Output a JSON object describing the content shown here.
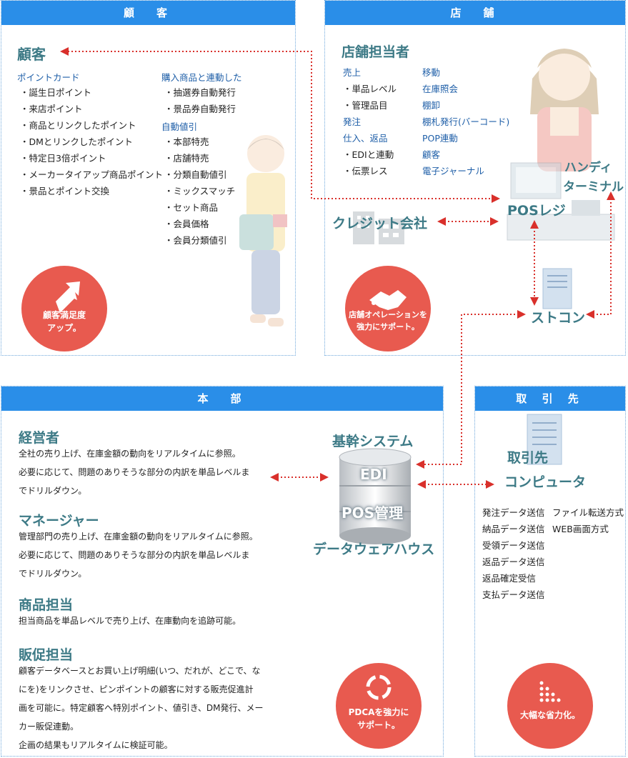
{
  "panels": {
    "customer": "顧　客",
    "store": "店　舗",
    "hq": "本　部",
    "partner": "取 引 先"
  },
  "customer": {
    "title": "顧客",
    "col1_head": "ポイントカード",
    "col1_items": [
      "・誕生日ポイント",
      "・来店ポイント",
      "・商品とリンクしたポイント",
      "・DMとリンクしたポイント",
      "・特定日3倍ポイント",
      "・メーカータイアップ商品ポイント",
      "・景品とポイント交換"
    ],
    "col2_head1": "購入商品と連動した",
    "col2_items1": [
      "・抽選券自動発行",
      "・景品券自動発行"
    ],
    "col2_head2": "自動値引",
    "col2_items2": [
      "・本部特売",
      "・店舗特売",
      "・分類自動値引",
      "・ミックスマッチ",
      "・セット商品",
      "・会員価格",
      "・会員分類値引"
    ],
    "badge_line1": "顧客満足度",
    "badge_line2": "アップ。"
  },
  "store": {
    "title": "店舗担当者",
    "left_items": [
      {
        "text": "売上",
        "style": "blue"
      },
      {
        "text": "・単品レベル",
        "style": "dark"
      },
      {
        "text": "・管理品目",
        "style": "dark"
      },
      {
        "text": "発注",
        "style": "blue"
      },
      {
        "text": "仕入、返品",
        "style": "blue"
      },
      {
        "text": "・EDIと連動",
        "style": "dark"
      },
      {
        "text": "・伝票レス",
        "style": "dark"
      }
    ],
    "right_items": [
      "移動",
      "在庫照会",
      "棚卸",
      "棚札発行(バーコード)",
      "POP連動",
      "顧客",
      "電子ジャーナル"
    ],
    "credit": "クレジット会社",
    "pos": "POSレジ",
    "handy_line1": "ハンディ",
    "handy_line2": "ターミナル",
    "stocon": "ストコン",
    "badge_line1": "店舗オペレーションを",
    "badge_line2": "強力にサポート。"
  },
  "hq": {
    "roles": [
      {
        "name": "経営者",
        "lines": [
          "全社の売り上げ、在庫金額の動向をリアルタイムに参照。",
          "必要に応じて、問題のありそうな部分の内訳を単品レベルま",
          "でドリルダウン。"
        ]
      },
      {
        "name": "マネージャー",
        "lines": [
          "管理部門の売り上げ、在庫金額の動向をリアルタイムに参照。",
          "必要に応じて、問題のありそうな部分の内訳を単品レベルま",
          "でドリルダウン。"
        ]
      },
      {
        "name": "商品担当",
        "lines": [
          "担当商品を単品レベルで売り上げ、在庫動向を追跡可能。"
        ]
      },
      {
        "name": "販促担当",
        "lines": [
          "顧客データベースとお買い上げ明細(いつ、だれが、どこで、な",
          "にを)をリンクさせ、ピンポイントの顧客に対する販売促進計",
          "画を可能に。特定顧客へ特別ポイント、値引き、DM発行、メー",
          "カー販促連動。",
          "企画の結果もリアルタイムに検証可能。"
        ]
      }
    ],
    "system_title": "基幹システム",
    "edi": "EDI",
    "pos_mgmt": "POS管理",
    "dwh": "データウェアハウス",
    "badge_line1": "PDCAを強力に",
    "badge_line2": "サポート。"
  },
  "partner": {
    "title_line1": "取引先",
    "title_line2": "コンピュータ",
    "col1": [
      "発注データ送信",
      "納品データ送信",
      "受領データ送信",
      "返品データ送信",
      "返品確定受信",
      "支払データ送信"
    ],
    "col2": [
      "ファイル転送方式",
      "WEB画面方式"
    ],
    "badge": "大幅な省力化。"
  },
  "colors": {
    "header": "#2a8ee8",
    "accent": "#e85a4f",
    "teal": "#3d7a86",
    "arrow": "#d9302b"
  }
}
